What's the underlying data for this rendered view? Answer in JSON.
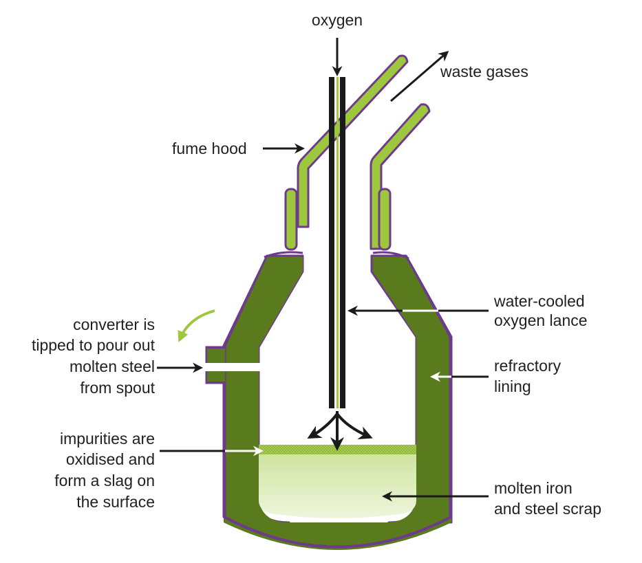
{
  "labels": {
    "oxygen": "oxygen",
    "waste_gases": "waste gases",
    "fume_hood": "fume hood",
    "lance_line1": "water-cooled",
    "lance_line2": "oxygen lance",
    "converter_line1": "converter is",
    "converter_line2": "tipped to pour out",
    "converter_line3": "molten steel",
    "converter_line4": "from spout",
    "lining_line1": "refractory",
    "lining_line2": "lining",
    "impurities_line1": "impurities are",
    "impurities_line2": "oxidised and",
    "impurities_line3": "form a slag on",
    "impurities_line4": "the surface",
    "molten_line1": "molten iron",
    "molten_line2": "and steel scrap"
  },
  "colors": {
    "converter_wall": "#5a7a1e",
    "outline": "#6d3a8c",
    "hood": "#9dc73c",
    "molten": "#d8ebb0",
    "slag": "#b9d96a",
    "lance": "#1a1a1a",
    "arrow": "#1a1a1a",
    "tip_arrow": "#9dc73c"
  }
}
